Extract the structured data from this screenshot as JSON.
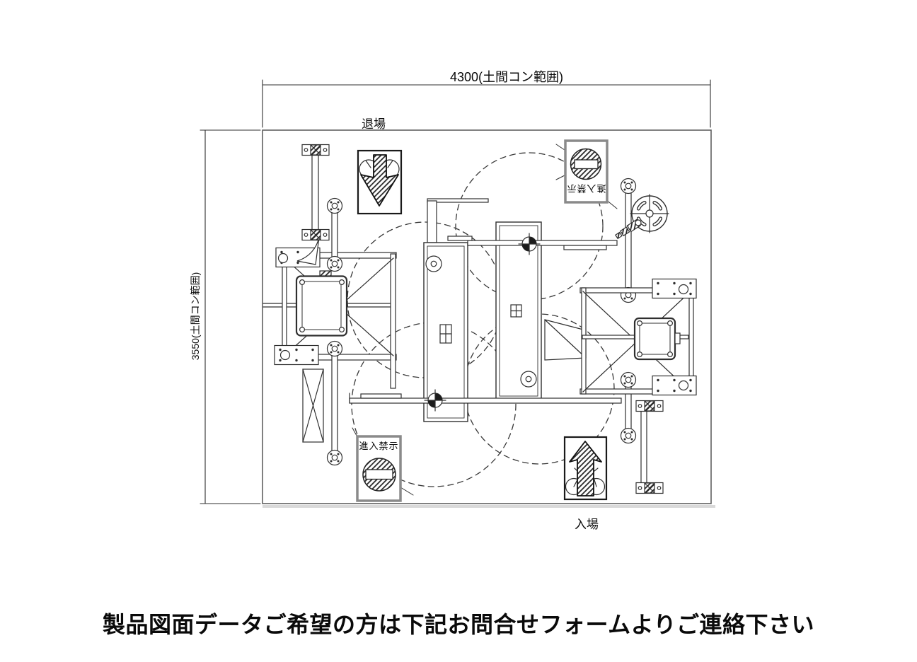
{
  "page": {
    "background": "#ffffff"
  },
  "drawing": {
    "boundary": {
      "width_label": "4300(土間コン範囲)",
      "height_label": "3550(土間コン範囲)"
    },
    "flow_labels": {
      "exit": "退場",
      "entry": "入場"
    },
    "signs": [
      {
        "name": "exit-direction-sign",
        "icon": "down-arrow-with-bicycle"
      },
      {
        "name": "no-entry-sign-top",
        "icon": "no-entry-circle",
        "text": "進入禁示",
        "text_rotation_deg": 180
      },
      {
        "name": "no-entry-sign-bottom",
        "icon": "no-entry-circle",
        "text": "進入禁示",
        "text_rotation_deg": 0
      },
      {
        "name": "entry-direction-sign",
        "icon": "up-arrow-with-bicycle"
      }
    ],
    "colors": {
      "line": "#2f2f2f",
      "sign_border_gray": "#8a8a8a",
      "dashed_circle": "#383838",
      "shadow": "#d9d9d9"
    }
  },
  "caption": {
    "text": "製品図面データご希望の方は下記お問合せフォームよりご連絡下さい"
  }
}
